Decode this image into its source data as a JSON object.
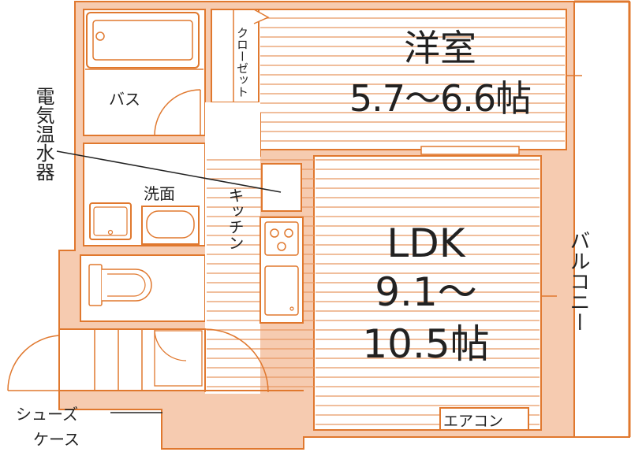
{
  "rooms": {
    "western_room": {
      "name": "洋室",
      "size": "5.7〜6.6帖"
    },
    "ldk": {
      "name": "LDK",
      "size_line1": "9.1〜",
      "size_line2": "10.5帖"
    }
  },
  "labels": {
    "bath": "バス",
    "closet": "クローゼット",
    "water_heater": "電気温水器",
    "washroom": "洗面",
    "kitchen": "キッチン",
    "balcony": "バルコニー",
    "shoe_case_line1": "シューズ",
    "shoe_case_line2": "ケース",
    "aircon": "エアコン"
  },
  "colors": {
    "wall": "#e0782e",
    "wall_fill": "#f6cbb0",
    "floor_lines": "#e89a66",
    "text": "#222222"
  }
}
